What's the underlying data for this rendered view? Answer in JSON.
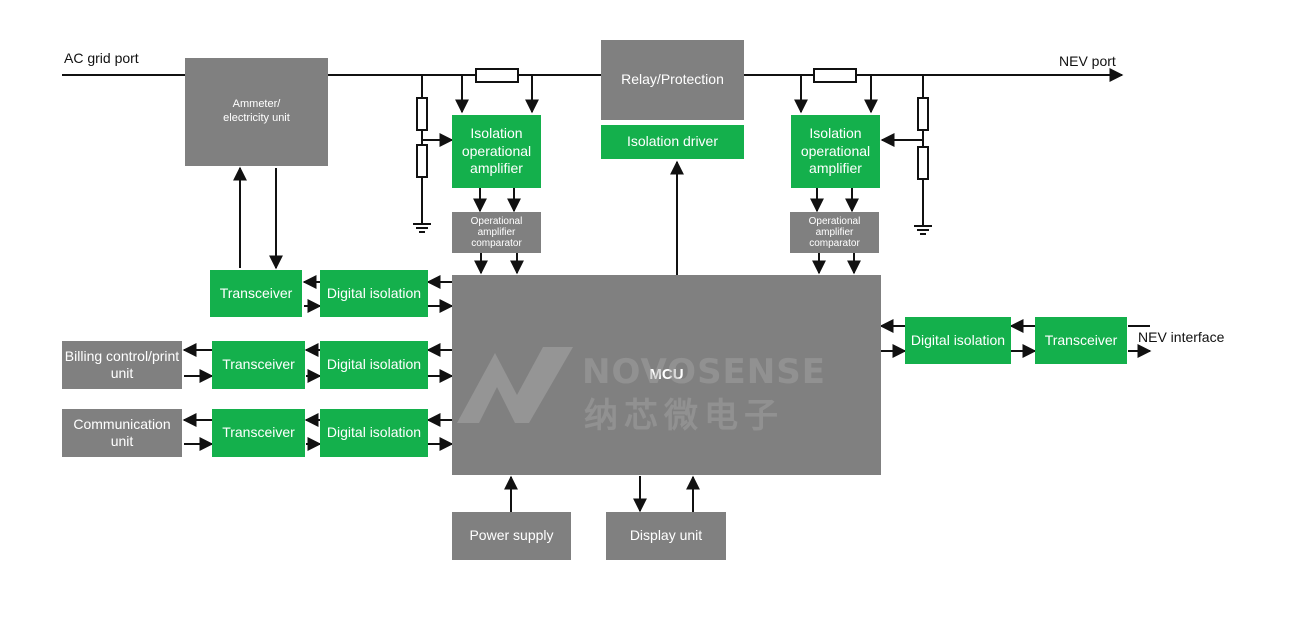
{
  "labels": {
    "ac_grid_port": "AC grid port",
    "nev_port": "NEV port",
    "nev_interface": "NEV interface"
  },
  "blocks": {
    "ammeter": "Ammeter/ electricity unit",
    "relay": "Relay/Protection",
    "isolation_driver": "Isolation driver",
    "iso_amp_left": "Isolation operational amplifier",
    "iso_amp_right": "Isolation operational amplifier",
    "comp_left": "Operational amplifier comparator",
    "comp_right": "Operational amplifier comparator",
    "transceiver_1": "Transceiver",
    "transceiver_2": "Transceiver",
    "transceiver_3": "Transceiver",
    "transceiver_4": "Transceiver",
    "digital_iso_1": "Digital isolation",
    "digital_iso_2": "Digital isolation",
    "digital_iso_3": "Digital isolation",
    "digital_iso_4": "Digital isolation",
    "billing": "Billing control/print unit",
    "communication": "Communication unit",
    "mcu": "MCU",
    "power_supply": "Power supply",
    "display_unit": "Display unit"
  },
  "watermark": {
    "brand_latin": "NOVOSENSE",
    "brand_cn": "纳芯微电子"
  },
  "colors": {
    "gray_block": "#808080",
    "green_block": "#14b04c",
    "line": "#111111"
  }
}
